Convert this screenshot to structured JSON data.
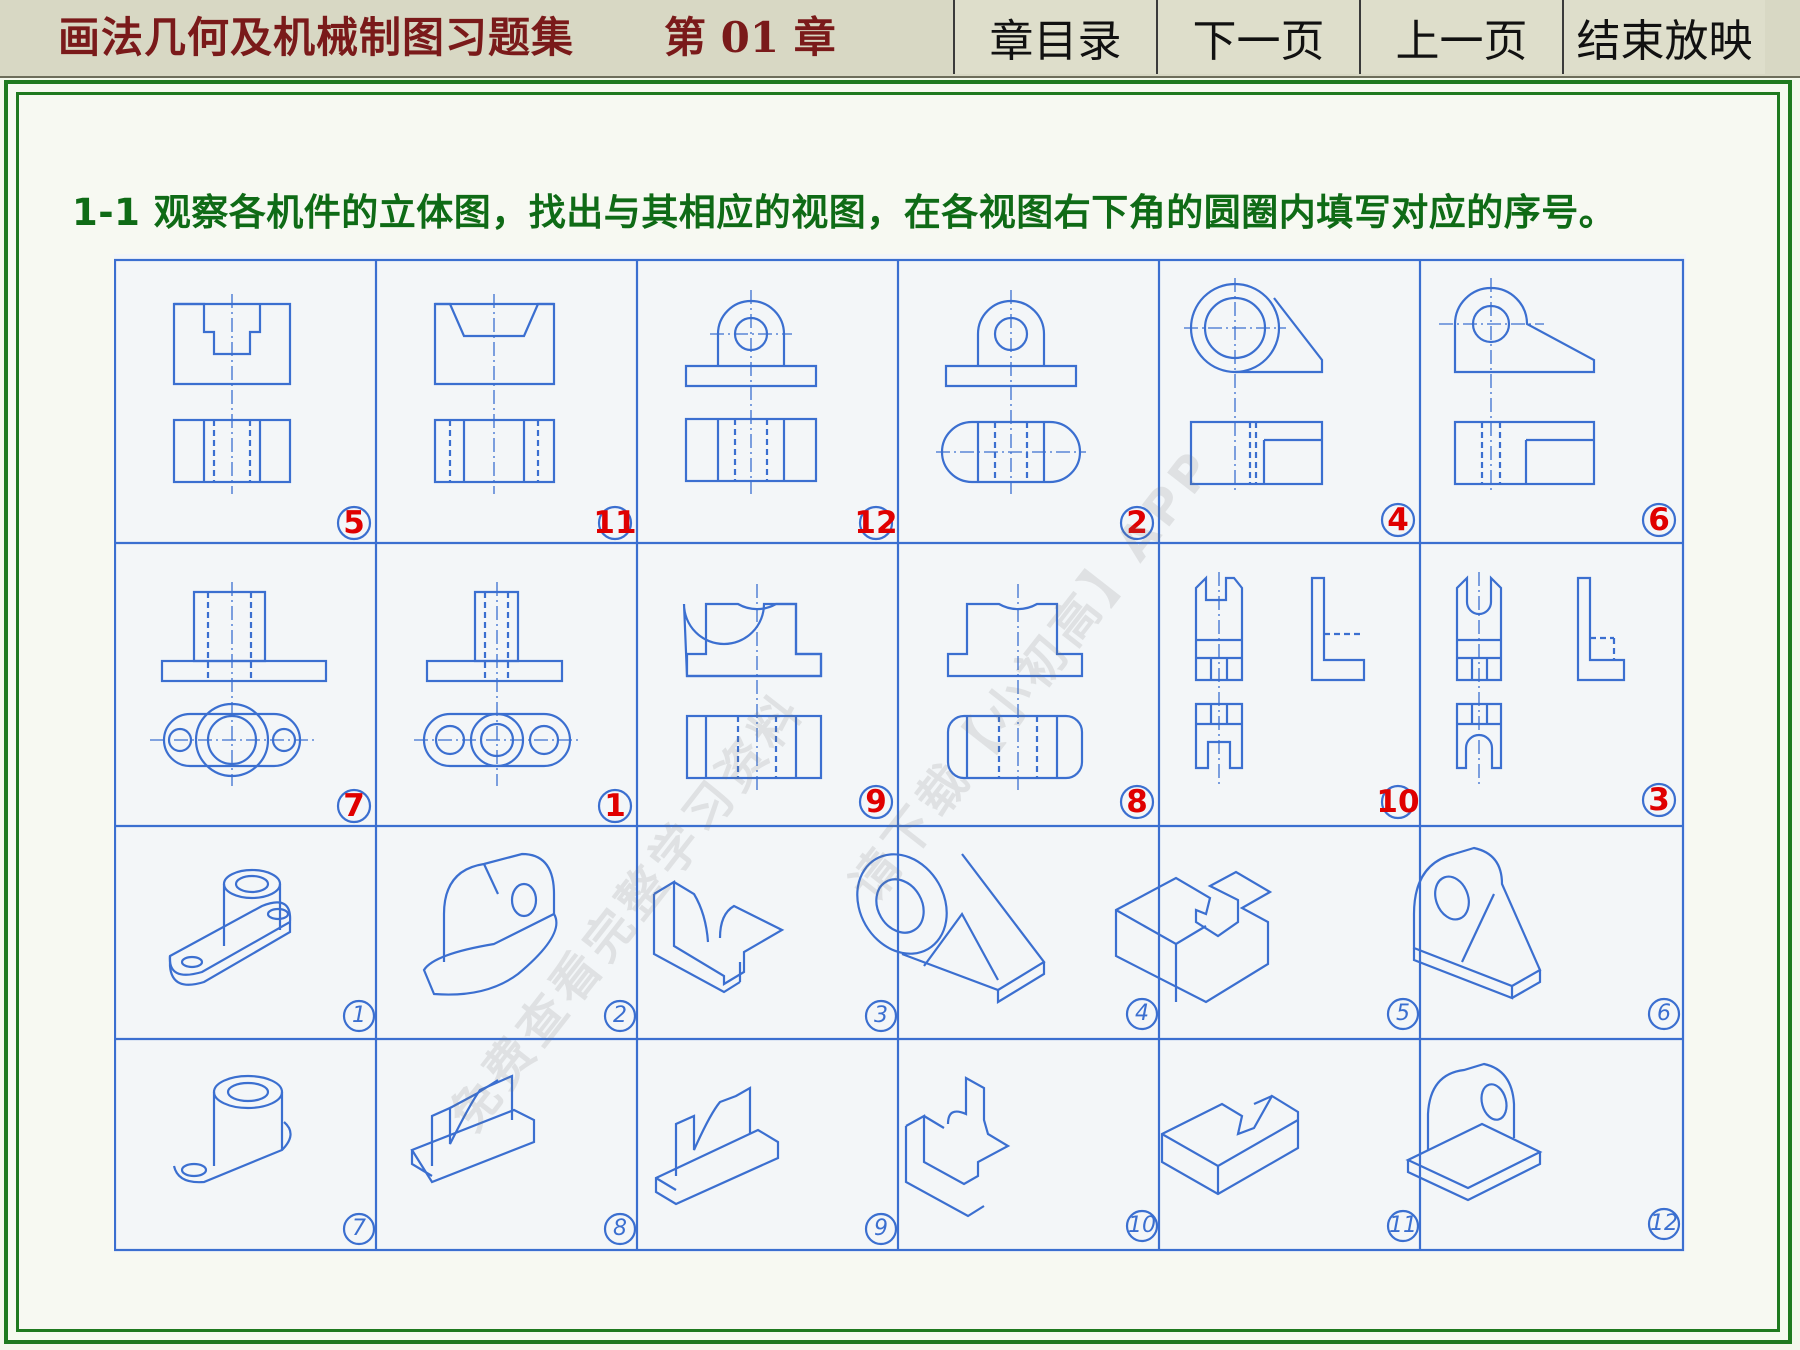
{
  "header": {
    "title": "画法几何及机械制图习题集",
    "chapter": "第 01 章"
  },
  "nav": {
    "toc": "章目录",
    "next": "下一页",
    "prev": "上一页",
    "end": "结束放映"
  },
  "instruction": "1-1 观察各机件的立体图，找出与其相应的视图，在各视图右下角的圆圈内填写对应的序号。",
  "view_answers": [
    [
      "5",
      "11",
      "12",
      "2",
      "4",
      "6"
    ],
    [
      "7",
      "1",
      "9",
      "8",
      "10",
      "3"
    ]
  ],
  "iso_numbers": [
    [
      "1",
      "2",
      "3",
      "4",
      "5",
      "6"
    ],
    [
      "7",
      "8",
      "9",
      "10",
      "11",
      "12"
    ]
  ],
  "watermark": {
    "line1": "免费查看完整学习资料",
    "line2": "请下载【小初高】APP"
  },
  "colors": {
    "line_blue": "#3b6fd0",
    "answer_red": "#e00000",
    "title_green": "#0f6b16",
    "header_red": "#7a1a1a",
    "frame_green": "#1f7a1f"
  }
}
